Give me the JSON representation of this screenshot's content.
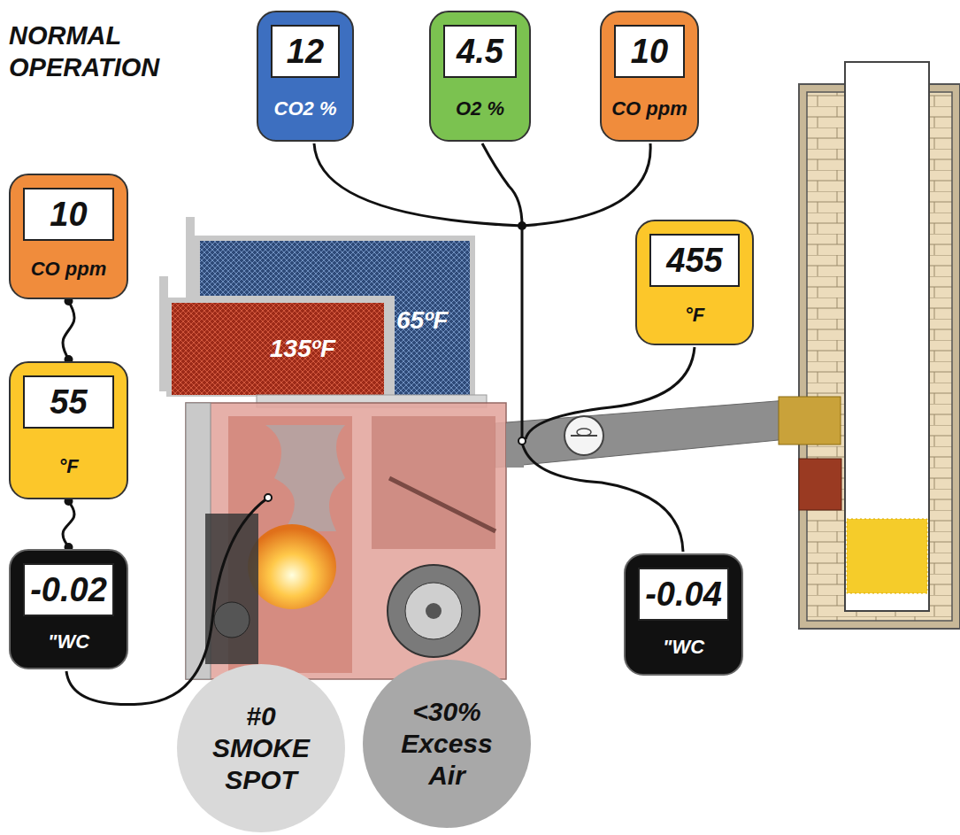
{
  "diagram": {
    "title": "NORMAL OPERATION",
    "nodes": [
      {
        "text": [
          "12",
          "CO2 %"
        ]
      },
      {
        "text": [
          "4.5",
          "O2 %"
        ]
      },
      {
        "text": [
          "10",
          "CO ppm"
        ]
      },
      {
        "text": [
          "10",
          "CO ppm"
        ]
      },
      {
        "text": [
          "455",
          "°F"
        ]
      },
      {
        "text": [
          "55",
          "°F"
        ]
      },
      {
        "text": [
          "-0.02",
          "\"WC"
        ]
      },
      {
        "text": [
          "-0.04",
          "\"WC"
        ]
      },
      {
        "text": [
          "#0 SMOKE SPOT"
        ]
      },
      {
        "text": [
          "<30% Excess Air"
        ]
      }
    ],
    "edges": [
      {
        "from": 3,
        "to": 5,
        "arrow": "none"
      },
      {
        "from": 5,
        "to": 6,
        "arrow": "none"
      }
    ],
    "labels": [
      "135ºF",
      "65ºF"
    ]
  }
}
